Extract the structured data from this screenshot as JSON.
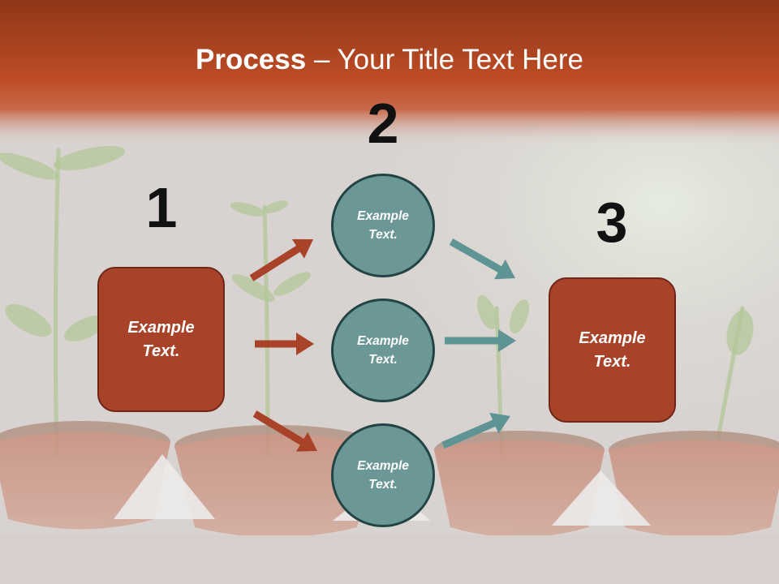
{
  "title": {
    "bold": "Process",
    "rest": " – Your Title Text Here"
  },
  "numbers": [
    "1",
    "2",
    "3"
  ],
  "left_box": {
    "line1": "Example",
    "line2": "Text."
  },
  "circles": [
    {
      "line1": "Example",
      "line2": "Text."
    },
    {
      "line1": "Example",
      "line2": "Text."
    },
    {
      "line1": "Example",
      "line2": "Text."
    }
  ],
  "right_box": {
    "line1": "Example",
    "line2": "Text."
  },
  "colors": {
    "header": "#b84722",
    "box_fill": "#a8432a",
    "box_border": "#6e2616",
    "circle_fill": "#6b9896",
    "circle_border": "#224444",
    "arrow_left": "#a8432a",
    "arrow_right": "#5f9494"
  }
}
